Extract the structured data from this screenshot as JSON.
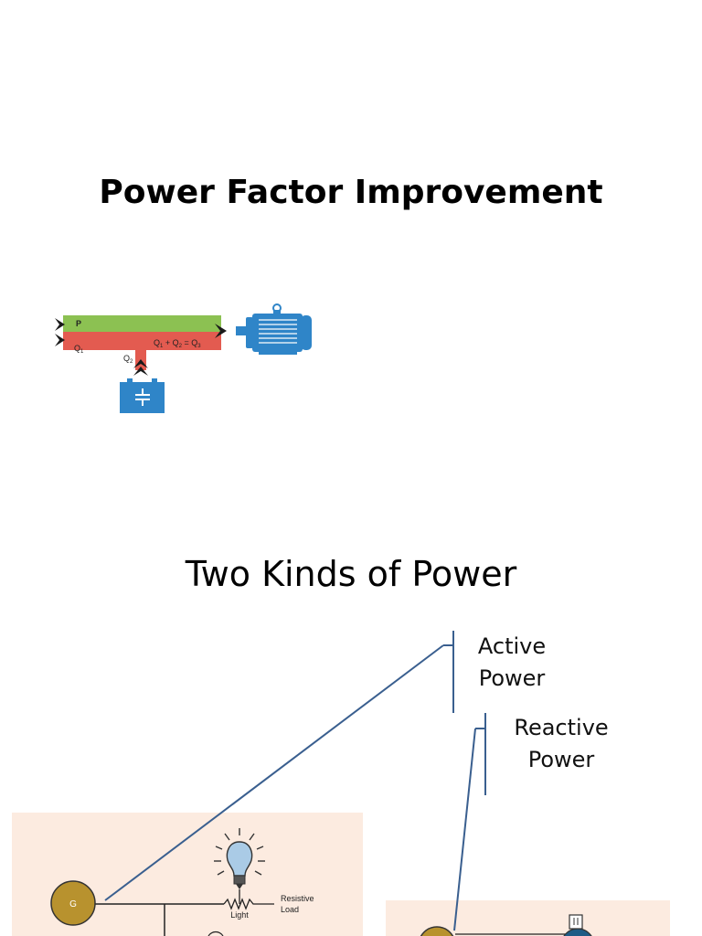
{
  "slide1": {
    "title": "Power Factor Improvement",
    "diagram": {
      "p_label": "P",
      "q1_label": "Q",
      "q1_sub": "1",
      "q2_label": "Q",
      "q2_sub": "2",
      "sum_parts": [
        "Q",
        "1",
        " + Q",
        "2",
        " = Q",
        "3"
      ],
      "colors": {
        "active": "#8cc152",
        "reactive": "#e35b50",
        "equipment": "#2f85c8",
        "arrow": "#1a1a1a"
      }
    }
  },
  "slide2": {
    "title": "Two Kinds of Power",
    "active_label": [
      "Active",
      "Power"
    ],
    "reactive_label": [
      "Reactive",
      "Power"
    ],
    "circuit": {
      "generator_label": "G",
      "light_label": "Light",
      "resistive_label": [
        "Resistive",
        "Load"
      ],
      "colors": {
        "panel": "#fcebe0",
        "generator": "#b8922e",
        "line": "#3a5f8f",
        "bulb": "#aacbe6"
      }
    }
  }
}
